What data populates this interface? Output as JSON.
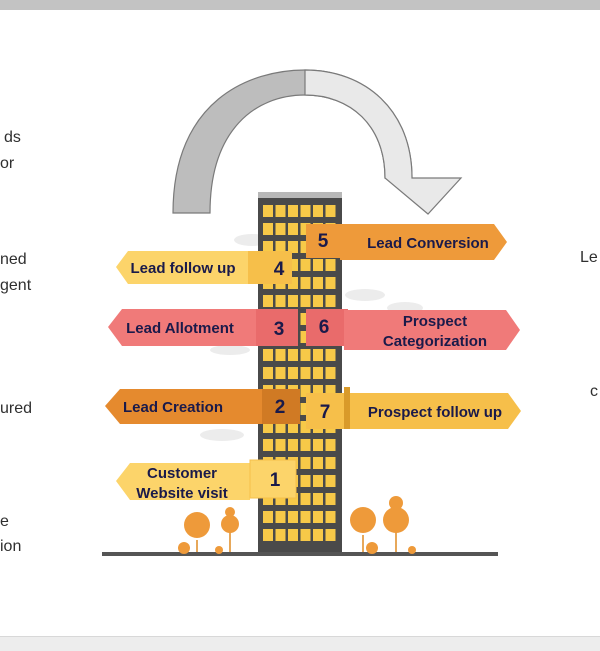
{
  "colors": {
    "yellow": "#fcd46a",
    "orange": "#ee9a3a",
    "pink": "#f07a79",
    "gold": "#f6bf4a",
    "dark_orange": "#e58a2e",
    "tower": "#4a4a4a",
    "window": "#f7c948",
    "text_dark": "#1a1a4a"
  },
  "left_fragments": [
    "ds",
    "or",
    "ned",
    "gent",
    "ured",
    "e",
    "ion"
  ],
  "right_fragments": [
    "Le",
    "c"
  ],
  "steps": [
    {
      "number": "1",
      "label_line1": "Customer",
      "label_line2": "Website visit"
    },
    {
      "number": "2",
      "label_line1": "Lead Creation",
      "label_line2": ""
    },
    {
      "number": "3",
      "label_line1": "Lead Allotment",
      "label_line2": ""
    },
    {
      "number": "4",
      "label_line1": "Lead follow up",
      "label_line2": ""
    },
    {
      "number": "5",
      "label_line1": "Lead Conversion",
      "label_line2": ""
    },
    {
      "number": "6",
      "label_line1": "Prospect",
      "label_line2": "Categorization"
    },
    {
      "number": "7",
      "label_line1": "Prospect follow up",
      "label_line2": ""
    }
  ]
}
